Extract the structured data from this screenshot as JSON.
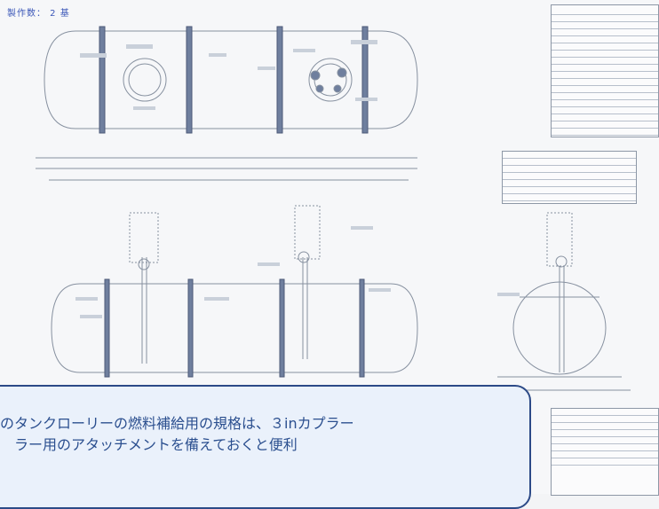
{
  "header": {
    "production_count": "製作数： 2 基"
  },
  "callout": {
    "line1": "のタンクローリーの燃料補給用の規格は、３inカプラー",
    "line2": "ラー用のアタッチメントを備えておくと便利"
  },
  "colors": {
    "drawing_line": "#8791a0",
    "accent_blue": "#2c4a87",
    "text_blue": "#2b4f8f"
  }
}
